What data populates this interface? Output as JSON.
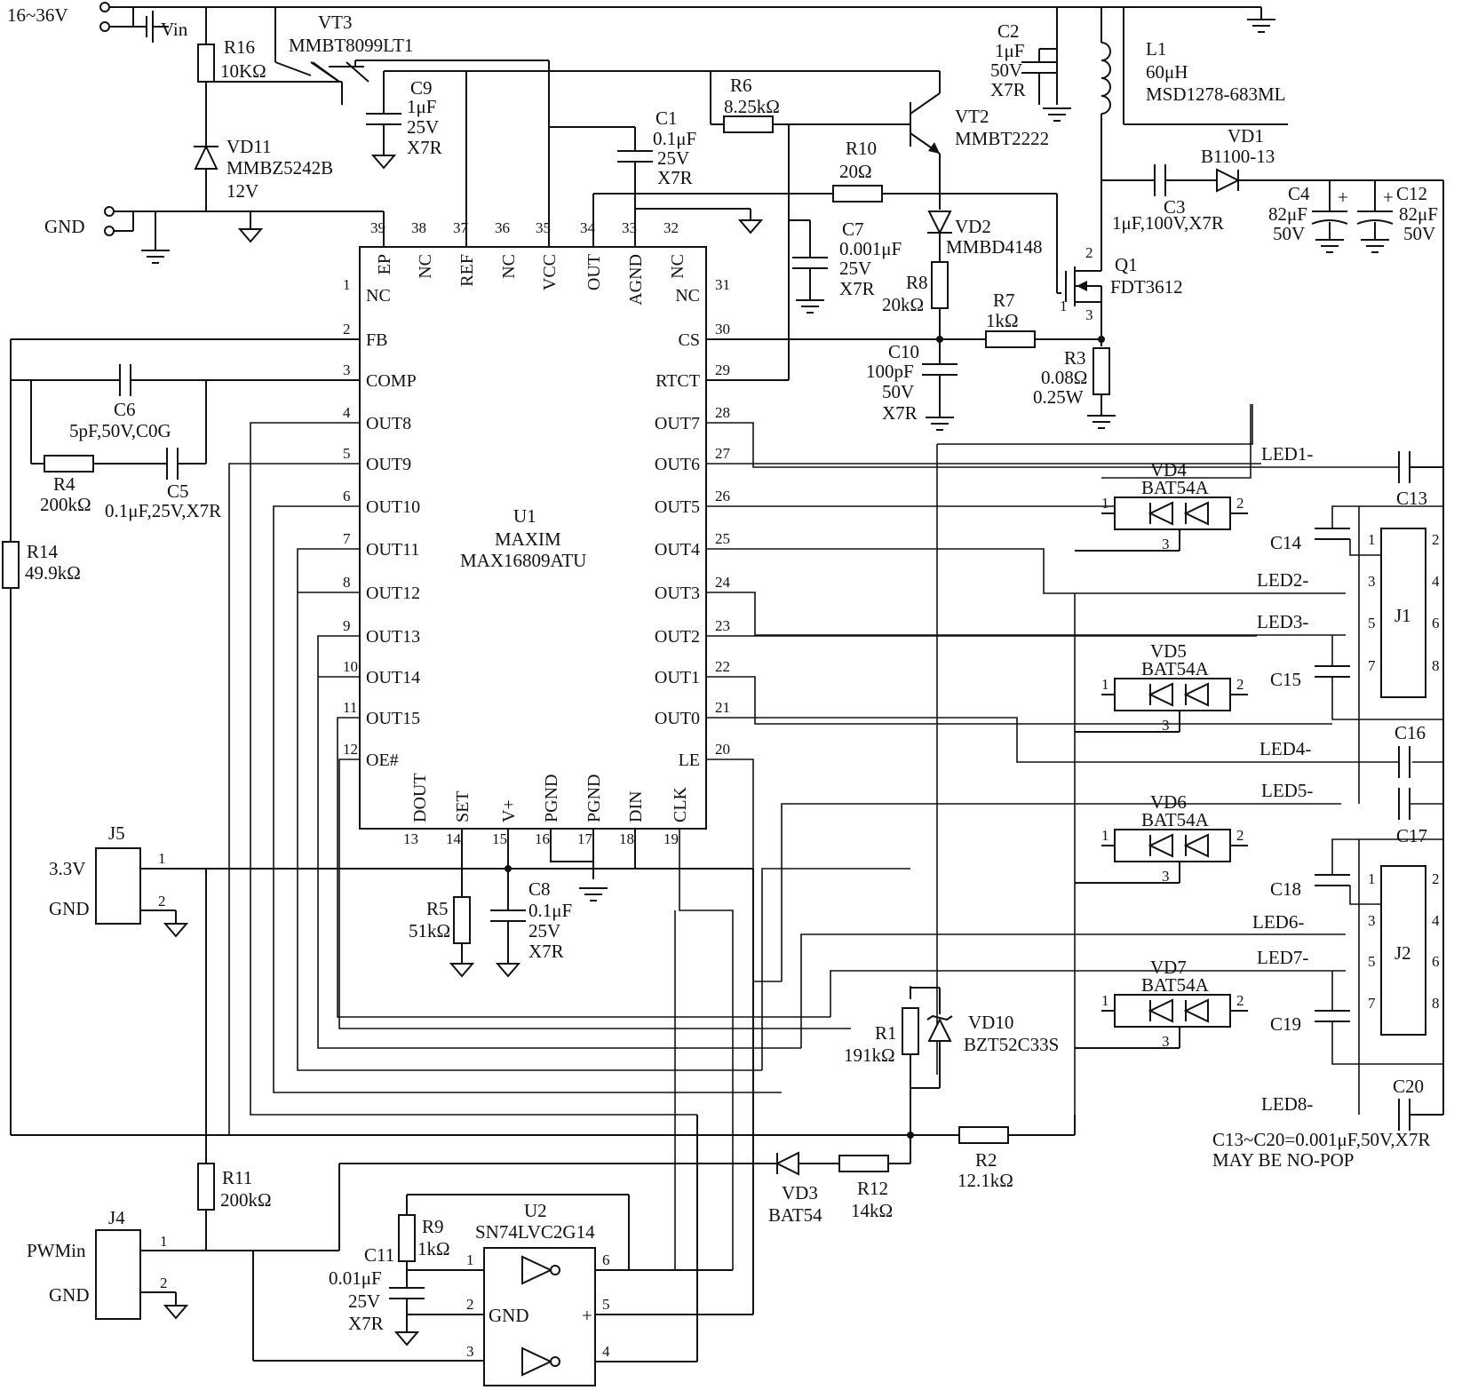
{
  "power": {
    "input_label": "16~36V",
    "vin": "Vin",
    "gnd": "GND"
  },
  "u1": {
    "ref": "U1",
    "vendor": "MAXIM",
    "part": "MAX16809ATU",
    "pins_left": [
      {
        "num": "1",
        "name": "NC"
      },
      {
        "num": "2",
        "name": "FB"
      },
      {
        "num": "3",
        "name": "COMP"
      },
      {
        "num": "4",
        "name": "OUT8"
      },
      {
        "num": "5",
        "name": "OUT9"
      },
      {
        "num": "6",
        "name": "OUT10"
      },
      {
        "num": "7",
        "name": "OUT11"
      },
      {
        "num": "8",
        "name": "OUT12"
      },
      {
        "num": "9",
        "name": "OUT13"
      },
      {
        "num": "10",
        "name": "OUT14"
      },
      {
        "num": "11",
        "name": "OUT15"
      },
      {
        "num": "12",
        "name": "OE#"
      }
    ],
    "pins_right": [
      {
        "num": "31",
        "name": "NC"
      },
      {
        "num": "30",
        "name": "CS"
      },
      {
        "num": "29",
        "name": "RTCT"
      },
      {
        "num": "28",
        "name": "OUT7"
      },
      {
        "num": "27",
        "name": "OUT6"
      },
      {
        "num": "26",
        "name": "OUT5"
      },
      {
        "num": "25",
        "name": "OUT4"
      },
      {
        "num": "24",
        "name": "OUT3"
      },
      {
        "num": "23",
        "name": "OUT2"
      },
      {
        "num": "22",
        "name": "OUT1"
      },
      {
        "num": "21",
        "name": "OUT0"
      },
      {
        "num": "20",
        "name": "LE"
      }
    ],
    "pins_top": [
      {
        "num": "39",
        "name": "EP"
      },
      {
        "num": "38",
        "name": "NC"
      },
      {
        "num": "37",
        "name": "REF"
      },
      {
        "num": "36",
        "name": "NC"
      },
      {
        "num": "35",
        "name": "VCC"
      },
      {
        "num": "34",
        "name": "OUT"
      },
      {
        "num": "33",
        "name": "AGND"
      },
      {
        "num": "32",
        "name": "NC"
      }
    ],
    "pins_bottom": [
      {
        "num": "13",
        "name": "DOUT"
      },
      {
        "num": "14",
        "name": "SET"
      },
      {
        "num": "15",
        "name": "V+"
      },
      {
        "num": "16",
        "name": "PGND"
      },
      {
        "num": "17",
        "name": "PGND"
      },
      {
        "num": "18",
        "name": "DIN"
      },
      {
        "num": "19",
        "name": "CLK"
      }
    ]
  },
  "parts": {
    "r16": {
      "ref": "R16",
      "val": "10KΩ"
    },
    "vt3": {
      "ref": "VT3",
      "val": "MMBT8099LT1"
    },
    "vd11": {
      "ref": "VD11",
      "val": "MMBZ5242B",
      "val2": "12V"
    },
    "c9": {
      "ref": "C9",
      "v1": "1μF",
      "v2": "25V",
      "v3": "X7R"
    },
    "c1": {
      "ref": "C1",
      "v1": "0.1μF",
      "v2": "25V",
      "v3": "X7R"
    },
    "r6": {
      "ref": "R6",
      "val": "8.25kΩ"
    },
    "vt2": {
      "ref": "VT2",
      "val": "MMBT2222"
    },
    "r10": {
      "ref": "R10",
      "val": "20Ω"
    },
    "c2": {
      "ref": "C2",
      "v1": "1μF",
      "v2": "50V",
      "v3": "X7R"
    },
    "l1": {
      "ref": "L1",
      "val": "60μH",
      "val2": "MSD1278-683ML"
    },
    "vd1": {
      "ref": "VD1",
      "val": "B1100-13"
    },
    "c3": {
      "ref": "C3",
      "val": "1μF,100V,X7R"
    },
    "c4": {
      "ref": "C4",
      "v1": "82μF",
      "v2": "50V"
    },
    "c12": {
      "ref": "C12",
      "v1": "82μF",
      "v2": "50V"
    },
    "c7": {
      "ref": "C7",
      "v1": "0.001μF",
      "v2": "25V",
      "v3": "X7R"
    },
    "vd2": {
      "ref": "VD2",
      "val": "MMBD4148"
    },
    "r8": {
      "ref": "R8",
      "val": "20kΩ"
    },
    "q1": {
      "ref": "Q1",
      "val": "FDT3612"
    },
    "r7": {
      "ref": "R7",
      "val": "1kΩ"
    },
    "c10": {
      "ref": "C10",
      "v1": "100pF",
      "v2": "50V",
      "v3": "X7R"
    },
    "r3": {
      "ref": "R3",
      "v1": "0.08Ω",
      "v2": "0.25W"
    },
    "c6": {
      "ref": "C6",
      "val": "5pF,50V,C0G"
    },
    "r4": {
      "ref": "R4",
      "val": "200kΩ"
    },
    "c5": {
      "ref": "C5",
      "val": "0.1μF,25V,X7R"
    },
    "r14": {
      "ref": "R14",
      "val": "49.9kΩ"
    },
    "r5": {
      "ref": "R5",
      "val": "51kΩ"
    },
    "c8": {
      "ref": "C8",
      "v1": "0.1μF",
      "v2": "25V",
      "v3": "X7R"
    },
    "r1": {
      "ref": "R1",
      "val": "191kΩ"
    },
    "vd10": {
      "ref": "VD10",
      "val": "BZT52C33S"
    },
    "r2": {
      "ref": "R2",
      "val": "12.1kΩ"
    },
    "vd3": {
      "ref": "VD3",
      "val": "BAT54"
    },
    "r12": {
      "ref": "R12",
      "val": "14kΩ"
    },
    "r11": {
      "ref": "R11",
      "val": "200kΩ"
    },
    "r9": {
      "ref": "R9",
      "val": "1kΩ"
    },
    "c11": {
      "ref": "C11",
      "v1": "0.01μF",
      "v2": "25V",
      "v3": "X7R"
    },
    "u2": {
      "ref": "U2",
      "val": "SN74LVC2G14",
      "gnd": "GND",
      "plus": "+"
    }
  },
  "diodes": [
    {
      "ref": "VD4",
      "val": "BAT54A"
    },
    {
      "ref": "VD5",
      "val": "BAT54A"
    },
    {
      "ref": "VD6",
      "val": "BAT54A"
    },
    {
      "ref": "VD7",
      "val": "BAT54A"
    }
  ],
  "leds": [
    "LED1-",
    "LED2-",
    "LED3-",
    "LED4-",
    "LED5-",
    "LED6-",
    "LED7-",
    "LED8-"
  ],
  "caps_led": [
    "C13",
    "C14",
    "C15",
    "C16",
    "C17",
    "C18",
    "C19",
    "C20"
  ],
  "connectors": {
    "j1": {
      "ref": "J1",
      "pins": [
        "1",
        "2",
        "3",
        "4",
        "5",
        "6",
        "7",
        "8"
      ]
    },
    "j2": {
      "ref": "J2",
      "pins": [
        "1",
        "2",
        "3",
        "4",
        "5",
        "6",
        "7",
        "8"
      ]
    },
    "j5": {
      "ref": "J5",
      "l1": "3.3V",
      "l2": "GND"
    },
    "j4": {
      "ref": "J4",
      "l1": "PWMin",
      "l2": "GND"
    }
  },
  "notes": {
    "line1": "C13~C20=0.001μF,50V,X7R",
    "line2": "MAY BE NO-POP"
  }
}
